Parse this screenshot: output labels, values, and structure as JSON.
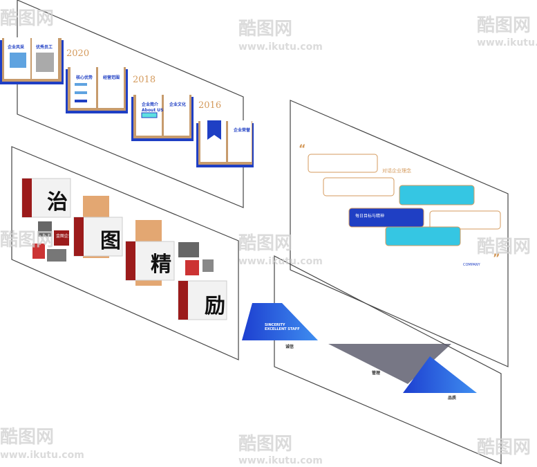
{
  "watermark": {
    "brand": "酷图网",
    "url": "www.ikutu.com"
  },
  "timeline_wall": {
    "years": [
      "2020",
      "2018",
      "2016"
    ],
    "books": [
      {
        "left": "企业风采",
        "right": "优秀员工"
      },
      {
        "left": "核心优势",
        "right": "经营范围"
      },
      {
        "left": "企业简介",
        "left_sub": "About US",
        "right": "企业文化"
      },
      {
        "right": "企业荣誉"
      }
    ]
  },
  "calligraphy_wall": {
    "characters": [
      "治",
      "图",
      "精",
      "励"
    ],
    "badge": "金图企业"
  },
  "dialogue_wall": {
    "title": "对话企业理念",
    "bubble_title": "每日目标与精神",
    "footer": "COMPANY"
  },
  "staff_wall": {
    "title_line1": "SINCERITY",
    "title_line2": "EXCELLENT STAFF",
    "labels": [
      "诚信",
      "管理",
      "品质"
    ]
  },
  "colors": {
    "blue": "#1f3fc4",
    "cyan": "#35c6e3",
    "orange": "#d49a5c",
    "red": "#9b1b1b",
    "line": "#444444"
  }
}
